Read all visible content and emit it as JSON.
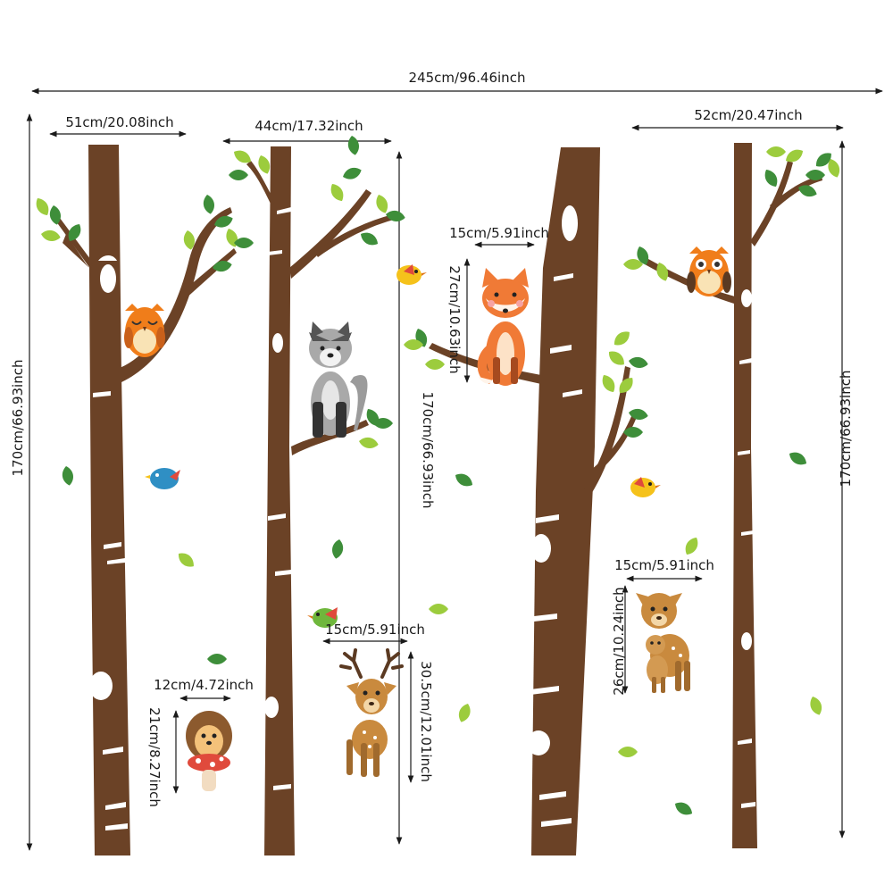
{
  "colors": {
    "trunk": "#6b4226",
    "leaf_dark": "#3e8e3a",
    "leaf_light": "#9ccc3d",
    "owl_orange": "#f07d1a",
    "fox_orange": "#f07a36",
    "wolf_gray": "#a9a9a9",
    "deer_tan": "#c98a3e",
    "bird_blue": "#2f8fc4",
    "bird_yellow": "#f5c21b"
  },
  "dimensions": {
    "total_width": "245cm/96.46inch",
    "tree1_width": "51cm/20.08inch",
    "tree2_width": "44cm/17.32inch",
    "tree4_width": "52cm/20.47inch",
    "height_left": "170cm/66.93inch",
    "height_middle": "170cm/66.93inch",
    "height_right": "170cm/66.93inch",
    "fox_width": "15cm/5.91inch",
    "fox_height": "27cm/10.63inch",
    "deer_width": "15cm/5.91inch",
    "deer_height": "30.5cm/12.01inch",
    "hedgehog_width": "12cm/4.72inch",
    "hedgehog_height": "21cm/8.27inch",
    "fawns_width": "15cm/5.91inch",
    "fawns_height": "26cm/10.24inch"
  },
  "icons": [
    "owl-icon",
    "fox-icon",
    "wolf-icon",
    "deer-icon",
    "hedgehog-icon",
    "bird-icon",
    "leaf-icon"
  ]
}
